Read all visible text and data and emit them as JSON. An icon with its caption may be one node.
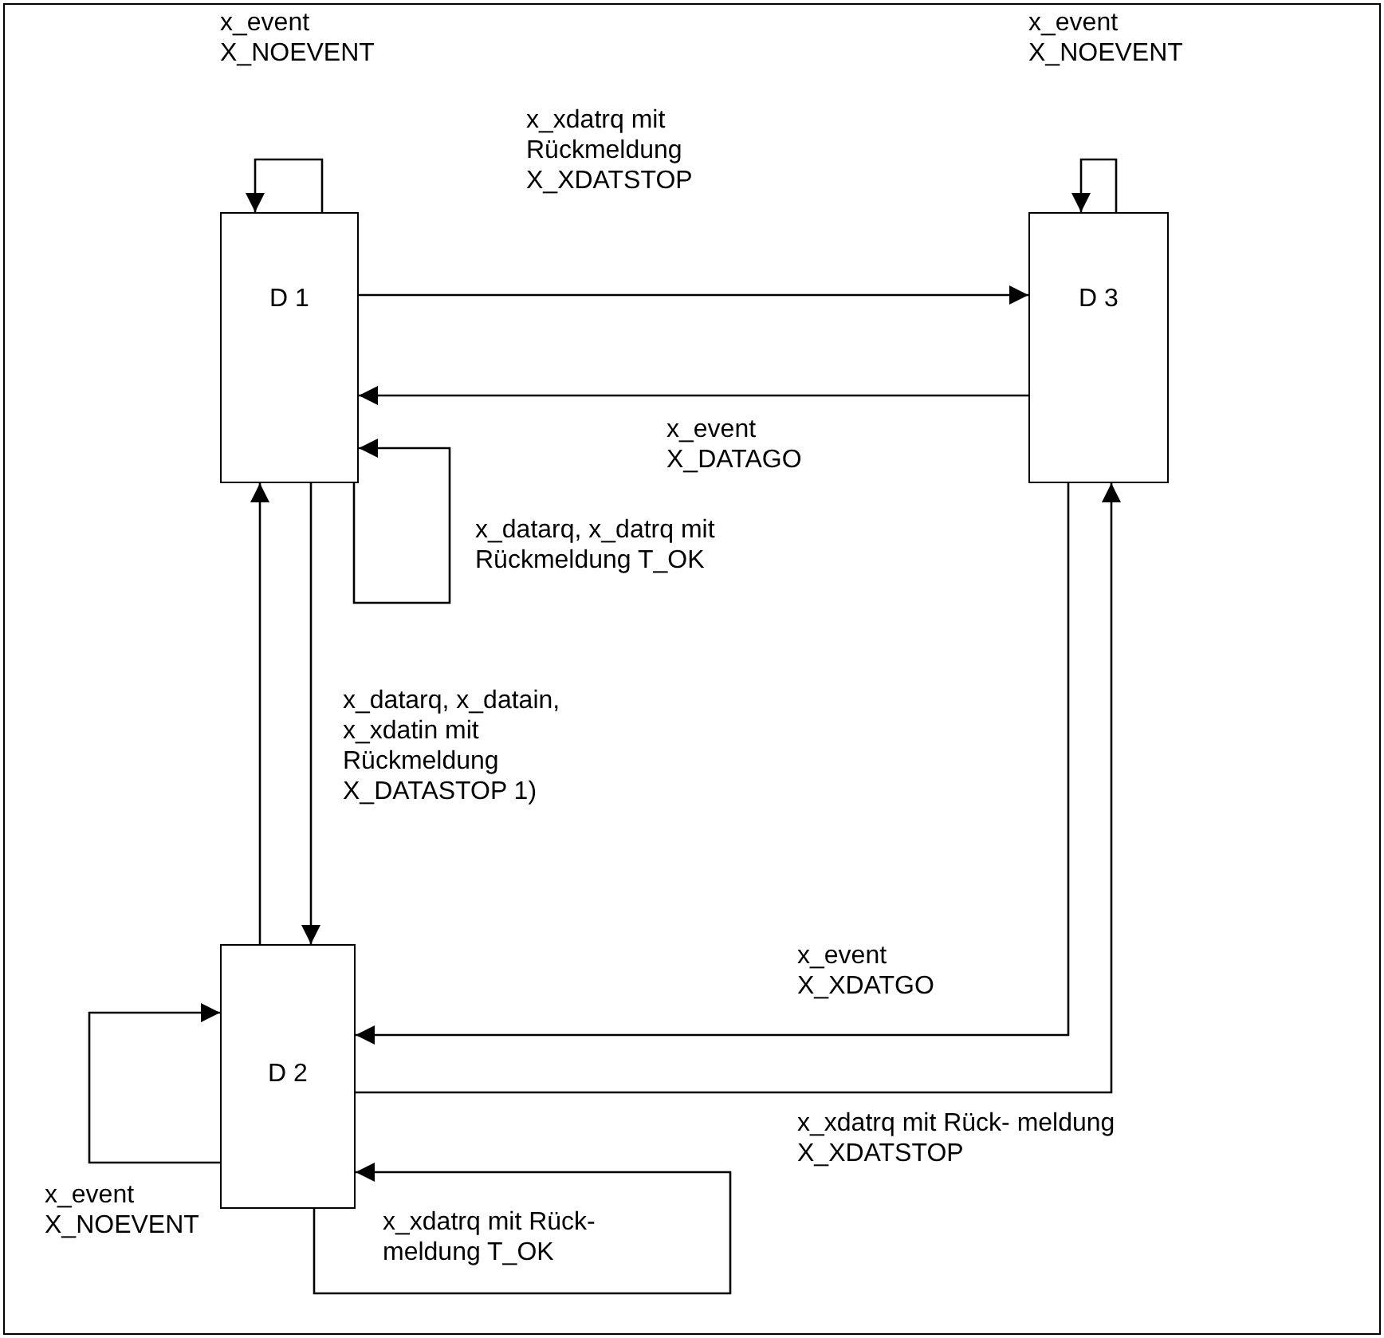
{
  "diagram": {
    "nodes": [
      {
        "text": [
          "D 1"
        ]
      },
      {
        "text": [
          "D 3"
        ]
      },
      {
        "text": [
          "D 2"
        ]
      }
    ],
    "edges": [
      {
        "from": 0,
        "to": 0,
        "arrow": "to",
        "label": "x_event X_NOEVENT"
      },
      {
        "from": 1,
        "to": 1,
        "arrow": "to",
        "label": "x_event X_NOEVENT"
      },
      {
        "from": 0,
        "to": 1,
        "arrow": "to",
        "label": "x_xdatrq mit Rückmeldung X_XDATSTOP"
      },
      {
        "from": 1,
        "to": 0,
        "arrow": "to",
        "label": "x_event X_DATAGO"
      },
      {
        "from": 0,
        "to": 0,
        "arrow": "to",
        "label": "x_datarq, x_datrq mit Rückmeldung T_OK"
      },
      {
        "from": 2,
        "to": 0,
        "arrow": "to"
      },
      {
        "from": 0,
        "to": 2,
        "arrow": "to",
        "label": "x_datarq, x_datain, x_xdatin mit Rückmeldung X_DATASTOP 1)"
      },
      {
        "from": 1,
        "to": 2,
        "arrow": "to",
        "label": "x_event X_XDATGO"
      },
      {
        "from": 2,
        "to": 1,
        "arrow": "to",
        "label": "x_xdatrq mit Rück- meldung X_XDATSTOP"
      },
      {
        "from": 2,
        "to": 2,
        "arrow": "to",
        "label": "x_event X_NOEVENT"
      },
      {
        "from": 2,
        "to": 2,
        "arrow": "to",
        "label": "x_xdatrq mit Rück- meldung T_OK"
      }
    ]
  }
}
